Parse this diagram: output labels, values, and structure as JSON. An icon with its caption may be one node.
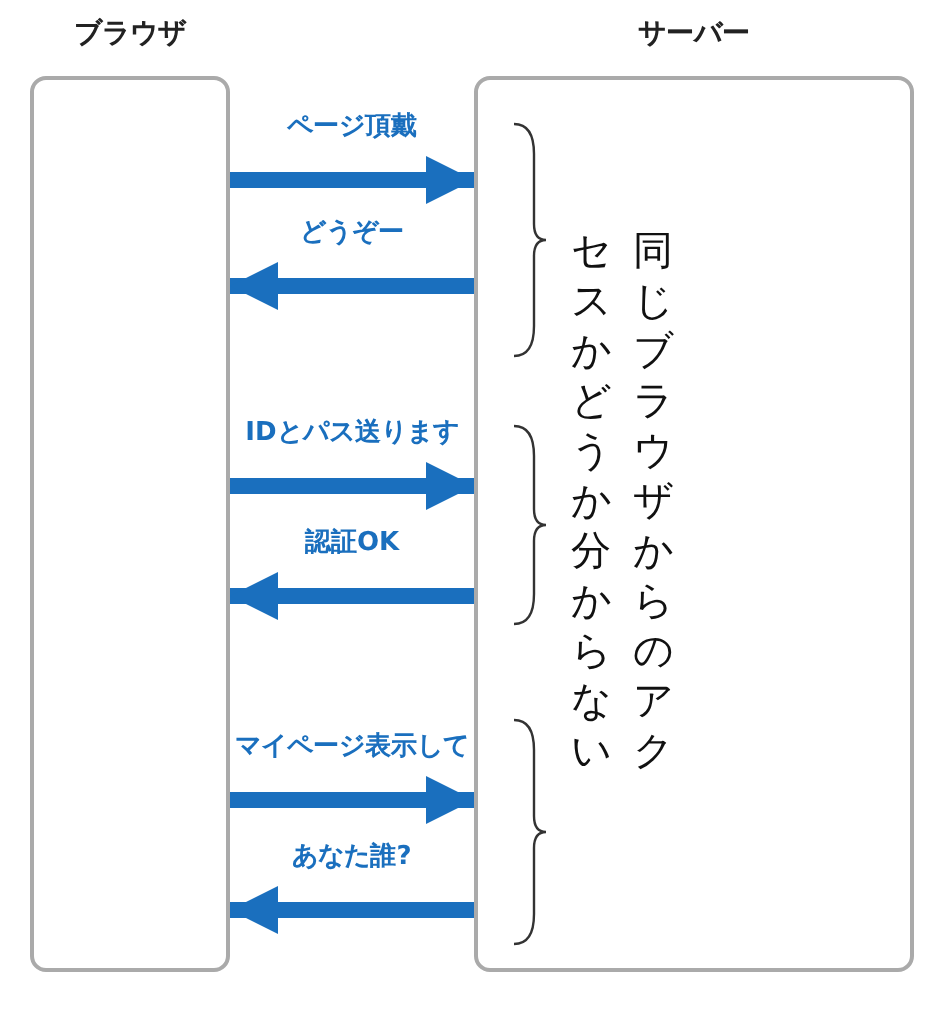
{
  "diagram": {
    "nodes": [
      {
        "text": [
          "ブラウザ"
        ]
      },
      {
        "text": [
          "サーバー",
          "同じブラウザからのアクセスかどうか分からない"
        ]
      }
    ],
    "edges": [
      {
        "from": 0,
        "to": 1,
        "arrow": "to",
        "label": "ページ頂戴"
      },
      {
        "from": 1,
        "to": 0,
        "arrow": "to",
        "label": "どうぞー"
      },
      {
        "from": 0,
        "to": 1,
        "arrow": "to",
        "label": "IDとパス送ります"
      },
      {
        "from": 1,
        "to": 0,
        "arrow": "to",
        "label": "認証OK"
      },
      {
        "from": 0,
        "to": 1,
        "arrow": "to",
        "label": "マイページ表示して"
      },
      {
        "from": 1,
        "to": 0,
        "arrow": "to",
        "label": "あなた誰?"
      }
    ]
  }
}
